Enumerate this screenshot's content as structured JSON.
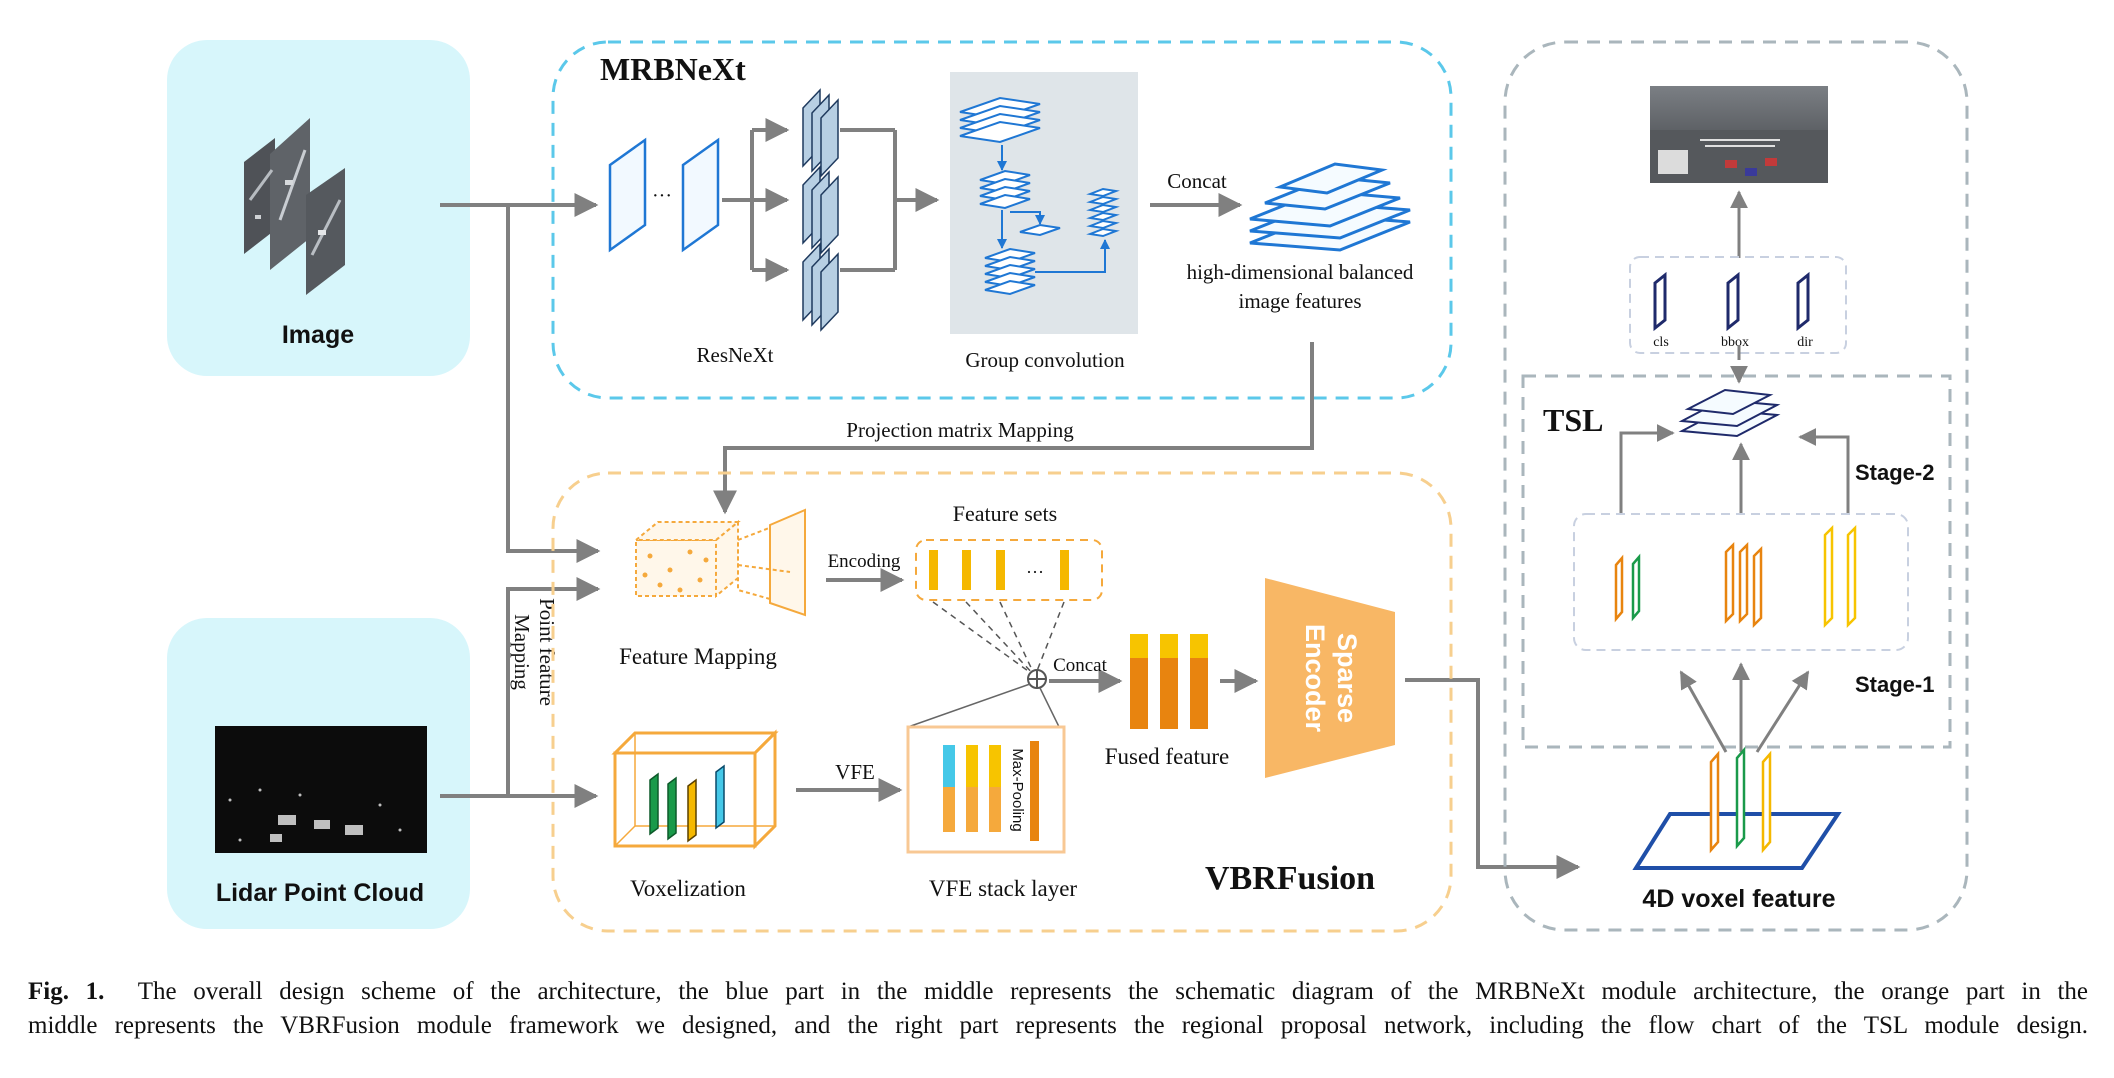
{
  "panels": {
    "image_label": "Image",
    "lidar_label": "Lidar Point Cloud"
  },
  "mrbnext": {
    "title": "MRBNeXt",
    "resnext_label": "ResNeXt",
    "ellipsis": "···",
    "group_conv_label": "Group convolution",
    "concat_label": "Concat",
    "features_line1": "high-dimensional balanced",
    "features_line2": "image  features"
  },
  "arrows": {
    "projection_label": "Projection matrix Mapping",
    "point_feature_line1": "Point feature",
    "point_feature_line2": "Mapping"
  },
  "vbrfusion": {
    "title": "VBRFusion",
    "feature_mapping_label": "Feature Mapping",
    "encoding_label": "Encoding",
    "feature_sets_label": "Feature sets",
    "feature_sets_ellipsis": "···",
    "concat_label": "Concat",
    "fused_label": "Fused  feature",
    "sparse_line1": "Sparse",
    "sparse_line2": "Encoder",
    "vfe_label": "VFE",
    "voxelization_label": "Voxelization",
    "vfe_stack_label": "VFE stack layer",
    "max_pooling_label": "Max-Pooling"
  },
  "rpn": {
    "tsl_label": "TSL",
    "stage2_label": "Stage-2",
    "stage1_label": "Stage-1",
    "cls_label": "cls",
    "bbox_label": "bbox",
    "dir_label": "dir",
    "voxel_label": "4D voxel feature"
  },
  "caption": {
    "fig_label": "Fig. 1.",
    "line1": "The overall design scheme of the architecture, the blue part in the middle represents the schematic diagram of the MRBNeXt module architecture, the orange part in the",
    "line2": "middle represents the VBRFusion module framework we designed, and the right part represents the regional proposal network, including the flow chart of the TSL module design."
  },
  "colors": {
    "blue_dash": "#5bc8ea",
    "orange_dash": "#f7cf8e",
    "gray_dash": "#aab6bc",
    "panel_bg": "#d7f6fb",
    "arrow": "#7f7f7f",
    "orange": "#f5a93c",
    "dark_orange": "#e8840f",
    "yellow": "#f7c400",
    "green": "#1a9a4a",
    "cyan": "#45c8e8",
    "navy": "#1f2a6b",
    "blue": "#1f77d4"
  }
}
